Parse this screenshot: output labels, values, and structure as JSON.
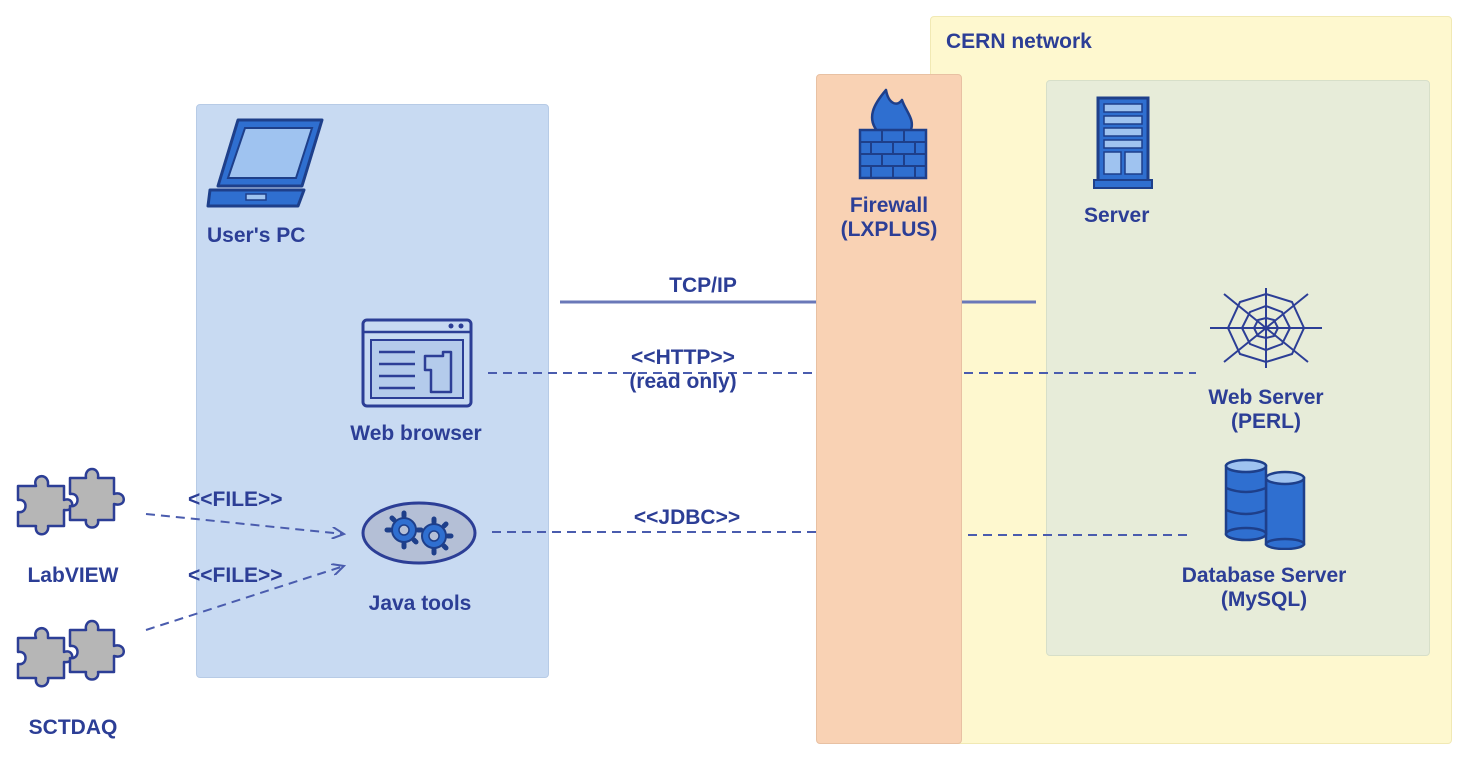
{
  "zones": {
    "cern_network": "CERN network",
    "users_pc": "User's PC",
    "server": "Server",
    "firewall": "Firewall",
    "firewall_sub": "(LXPLUS)"
  },
  "nodes": {
    "web_browser": "Web browser",
    "java_tools": "Java tools",
    "labview": "LabVIEW",
    "sctdaq": "SCTDAQ",
    "web_server": "Web Server",
    "web_server_sub": "(PERL)",
    "db_server": "Database Server",
    "db_server_sub": "(MySQL)"
  },
  "connections": {
    "tcpip": "TCP/IP",
    "http": "<<HTTP>>",
    "http_sub": "(read only)",
    "jdbc": "<<JDBC>>",
    "file1": "<<FILE>>",
    "file2": "<<FILE>>"
  },
  "icons": {
    "laptop": "laptop-icon",
    "firewall": "firewall-icon",
    "server": "server-rack-icon",
    "browser": "browser-window-icon",
    "web_server": "spider-web-icon",
    "database": "database-icon",
    "java": "gears-icon",
    "puzzle": "puzzle-icon"
  },
  "colors": {
    "cern_network": "#fef8cf",
    "server_zone": "#e7ecd9",
    "firewall_zone": "#f9d2b4",
    "users_pc_zone": "#c8daf2",
    "icon_fill": "#2f6fd0",
    "line": "#4a5cae",
    "puzzle": "#b6b6b6"
  }
}
